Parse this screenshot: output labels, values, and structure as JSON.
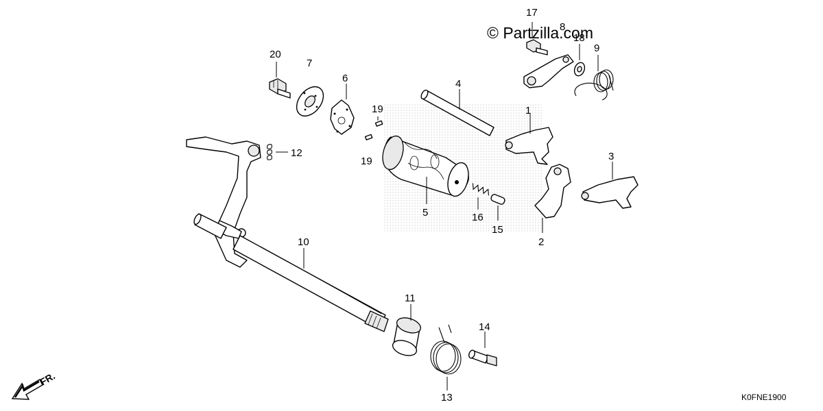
{
  "diagram": {
    "watermark": "© Partzilla.com",
    "diagram_code": "K0FNE1900",
    "front_arrow_label": "FR.",
    "callouts": {
      "c1": "1",
      "c2": "2",
      "c3": "3",
      "c4": "4",
      "c5": "5",
      "c6": "6",
      "c7": "7",
      "c8": "8",
      "c9": "9",
      "c10": "10",
      "c11": "11",
      "c12": "12",
      "c13": "13",
      "c14": "14",
      "c15": "15",
      "c16": "16",
      "c17": "17",
      "c18": "18",
      "c19a": "19",
      "c19b": "19",
      "c20": "20"
    }
  }
}
